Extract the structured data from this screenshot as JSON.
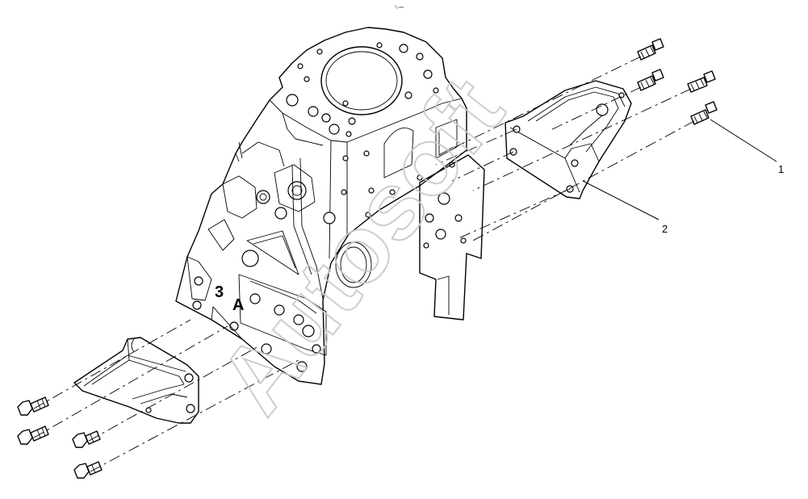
{
  "diagram": {
    "header_mark": "ᵒᵤ ₘₘ",
    "callouts": [
      {
        "id": "1",
        "label": "1"
      },
      {
        "id": "2",
        "label": "2"
      }
    ],
    "block_emboss": [
      "3",
      "A"
    ],
    "watermark": "Autosoft",
    "colors": {
      "line": "#000000",
      "background": "#ffffff",
      "watermark": "#c8c8c8"
    }
  }
}
